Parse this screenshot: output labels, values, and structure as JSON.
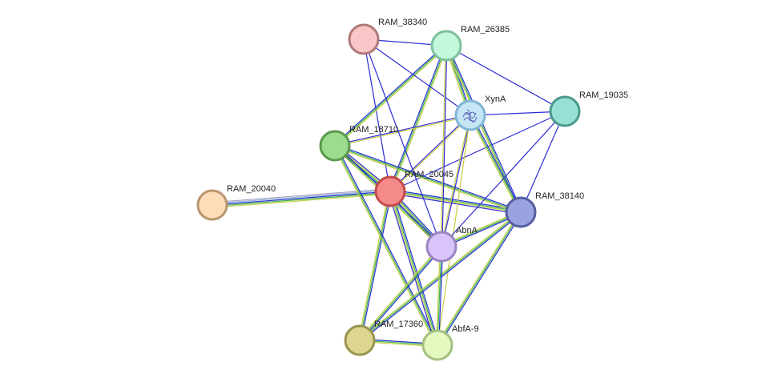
{
  "colors": {
    "edge_blue": "#2b2bd6",
    "edge_green": "#3bb54a",
    "edge_yellow": "#c8cc44",
    "edge_lightblue": "#8fb3d9",
    "edge_gray": "#a0a0c0"
  },
  "nodes": [
    {
      "id": "RAM_20045",
      "label": "RAM_20045",
      "fill": "#f48a8a",
      "stroke": "#c44a4a",
      "icon": ""
    },
    {
      "id": "RAM_18710",
      "label": "RAM_18710",
      "fill": "#9ddb8e",
      "stroke": "#5a9a4d",
      "icon": ""
    },
    {
      "id": "RAM_38340",
      "label": "RAM_38340",
      "fill": "#f8c6c6",
      "stroke": "#b07878",
      "icon": ""
    },
    {
      "id": "RAM_26385",
      "label": "RAM_26385",
      "fill": "#c4f8dc",
      "stroke": "#7ec09c",
      "icon": ""
    },
    {
      "id": "XynA",
      "label": "XynA",
      "fill": "#c6e6f6",
      "stroke": "#7eb6d6",
      "icon": "protein-structure-icon"
    },
    {
      "id": "RAM_19035",
      "label": "RAM_19035",
      "fill": "#97e0d4",
      "stroke": "#4a9a8e",
      "icon": ""
    },
    {
      "id": "RAM_20040",
      "label": "RAM_20040",
      "fill": "#fcdcb9",
      "stroke": "#b8956e",
      "icon": ""
    },
    {
      "id": "RAM_38140",
      "label": "RAM_38140",
      "fill": "#9aa2e0",
      "stroke": "#565ea0",
      "icon": ""
    },
    {
      "id": "AbnA",
      "label": "AbnA",
      "fill": "#d8c4f8",
      "stroke": "#9a84c0",
      "icon": ""
    },
    {
      "id": "RAM_17360",
      "label": "RAM_17360",
      "fill": "#dcd690",
      "stroke": "#9a9450",
      "icon": ""
    },
    {
      "id": "AbfA-9",
      "label": "AbfA-9",
      "fill": "#e4f8c0",
      "stroke": "#a4c080",
      "icon": ""
    }
  ],
  "edges": [
    {
      "a": "RAM_20040",
      "b": "RAM_20045",
      "colors": [
        "edge_gray",
        "edge_lightblue",
        "edge_blue",
        "edge_green",
        "edge_yellow"
      ]
    },
    {
      "a": "RAM_20045",
      "b": "RAM_18710",
      "colors": [
        "edge_blue",
        "edge_green",
        "edge_yellow",
        "edge_blue"
      ]
    },
    {
      "a": "RAM_20045",
      "b": "RAM_26385",
      "colors": [
        "edge_blue",
        "edge_green",
        "edge_yellow"
      ]
    },
    {
      "a": "RAM_20045",
      "b": "RAM_38340",
      "colors": [
        "edge_blue"
      ]
    },
    {
      "a": "RAM_20045",
      "b": "XynA",
      "colors": [
        "edge_blue",
        "edge_yellow"
      ]
    },
    {
      "a": "RAM_20045",
      "b": "RAM_19035",
      "colors": [
        "edge_blue"
      ]
    },
    {
      "a": "RAM_20045",
      "b": "RAM_38140",
      "colors": [
        "edge_blue",
        "edge_green",
        "edge_yellow",
        "edge_blue"
      ]
    },
    {
      "a": "RAM_20045",
      "b": "AbnA",
      "colors": [
        "edge_blue",
        "edge_green",
        "edge_yellow",
        "edge_blue"
      ]
    },
    {
      "a": "RAM_20045",
      "b": "RAM_17360",
      "colors": [
        "edge_blue",
        "edge_green",
        "edge_yellow"
      ]
    },
    {
      "a": "RAM_20045",
      "b": "AbfA-9",
      "colors": [
        "edge_blue",
        "edge_green",
        "edge_yellow",
        "edge_blue"
      ]
    },
    {
      "a": "RAM_18710",
      "b": "RAM_26385",
      "colors": [
        "edge_blue",
        "edge_green",
        "edge_yellow"
      ]
    },
    {
      "a": "RAM_18710",
      "b": "XynA",
      "colors": [
        "edge_blue",
        "edge_yellow"
      ]
    },
    {
      "a": "RAM_18710",
      "b": "RAM_38140",
      "colors": [
        "edge_blue",
        "edge_green",
        "edge_yellow"
      ]
    },
    {
      "a": "RAM_18710",
      "b": "AbnA",
      "colors": [
        "edge_blue",
        "edge_green",
        "edge_yellow"
      ]
    },
    {
      "a": "RAM_18710",
      "b": "AbfA-9",
      "colors": [
        "edge_blue",
        "edge_green",
        "edge_yellow"
      ]
    },
    {
      "a": "RAM_38340",
      "b": "RAM_26385",
      "colors": [
        "edge_blue"
      ]
    },
    {
      "a": "RAM_38340",
      "b": "XynA",
      "colors": [
        "edge_blue"
      ]
    },
    {
      "a": "RAM_38340",
      "b": "AbnA",
      "colors": [
        "edge_blue"
      ]
    },
    {
      "a": "RAM_26385",
      "b": "XynA",
      "colors": [
        "edge_blue",
        "edge_green",
        "edge_yellow"
      ]
    },
    {
      "a": "RAM_26385",
      "b": "RAM_19035",
      "colors": [
        "edge_blue"
      ]
    },
    {
      "a": "RAM_26385",
      "b": "RAM_38140",
      "colors": [
        "edge_blue",
        "edge_green",
        "edge_yellow"
      ]
    },
    {
      "a": "RAM_26385",
      "b": "AbnA",
      "colors": [
        "edge_blue",
        "edge_yellow"
      ]
    },
    {
      "a": "XynA",
      "b": "RAM_19035",
      "colors": [
        "edge_blue"
      ]
    },
    {
      "a": "XynA",
      "b": "RAM_38140",
      "colors": [
        "edge_blue",
        "edge_green",
        "edge_yellow"
      ]
    },
    {
      "a": "XynA",
      "b": "AbnA",
      "colors": [
        "edge_blue",
        "edge_yellow"
      ]
    },
    {
      "a": "XynA",
      "b": "AbfA-9",
      "colors": [
        "edge_yellow"
      ]
    },
    {
      "a": "RAM_19035",
      "b": "RAM_38140",
      "colors": [
        "edge_blue"
      ]
    },
    {
      "a": "RAM_19035",
      "b": "AbnA",
      "colors": [
        "edge_blue"
      ]
    },
    {
      "a": "RAM_38140",
      "b": "AbnA",
      "colors": [
        "edge_blue",
        "edge_green",
        "edge_yellow"
      ]
    },
    {
      "a": "RAM_38140",
      "b": "RAM_17360",
      "colors": [
        "edge_blue",
        "edge_green",
        "edge_yellow"
      ]
    },
    {
      "a": "RAM_38140",
      "b": "AbfA-9",
      "colors": [
        "edge_blue",
        "edge_green",
        "edge_yellow"
      ]
    },
    {
      "a": "AbnA",
      "b": "RAM_17360",
      "colors": [
        "edge_blue",
        "edge_green",
        "edge_yellow"
      ]
    },
    {
      "a": "AbnA",
      "b": "AbfA-9",
      "colors": [
        "edge_blue",
        "edge_green",
        "edge_yellow"
      ]
    },
    {
      "a": "RAM_17360",
      "b": "AbfA-9",
      "colors": [
        "edge_blue",
        "edge_green",
        "edge_yellow"
      ]
    }
  ]
}
